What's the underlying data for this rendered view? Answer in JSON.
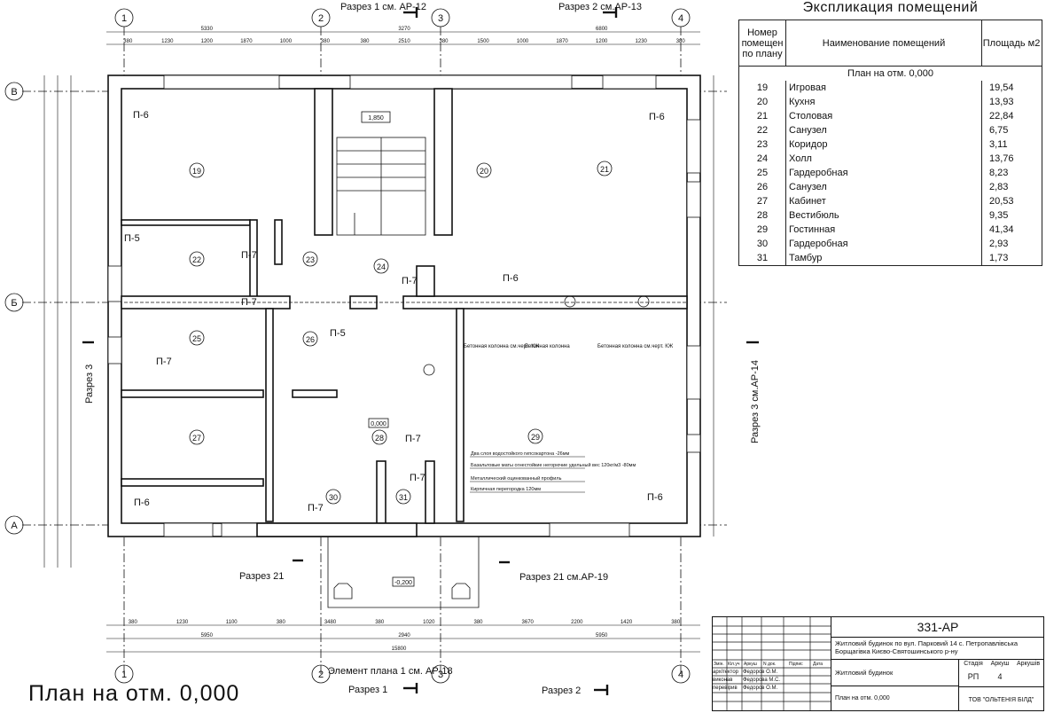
{
  "drawing": {
    "footer_title": "План на отм. 0,000",
    "axes": {
      "a1": "1",
      "a2": "2",
      "a3": "3",
      "a4": "4",
      "aV": "В",
      "aB": "Б",
      "aA": "А"
    },
    "sections": {
      "s_top1": "Разрез 1 см. АР-12",
      "s_top2": "Разрез 2 см.АР-13",
      "s_bottom1": "Разрез 1",
      "s_bottom2": "Разрез 2",
      "s_left": "Разрез 3",
      "s_right": "Разрез 3 см.АР-14",
      "s21_left": "Разрез 21",
      "s21_right": "Разрез 21 см.АР-19",
      "element": "Элемент плана 1 см. АР-18"
    },
    "rooms": {
      "r19": "19",
      "r20": "20",
      "r21": "21",
      "r22": "22",
      "r23": "23",
      "r24": "24",
      "r25": "25",
      "r26": "26",
      "r27": "27",
      "r28": "28",
      "r29": "29",
      "r30": "30",
      "r31": "31"
    },
    "partitions": {
      "p6": "П-6",
      "p5": "П-5",
      "p7": "П-7"
    },
    "levels": {
      "stair": "1,850",
      "floor": "0,000",
      "porch": "-0,200"
    },
    "dims_top": [
      "380",
      "1230",
      "1200",
      "1870",
      "1000",
      "380",
      "380",
      "2510",
      "380",
      "1500",
      "1000",
      "1870",
      "1200",
      "1230",
      "380"
    ],
    "dims_top_total": [
      "5330",
      "3270",
      "6800"
    ],
    "dims_bottom": [
      "380",
      "1230",
      "1100",
      "380",
      "3480",
      "380",
      "1020",
      "380",
      "3670",
      "2200",
      "1420",
      "380"
    ],
    "dims_bottom_total": [
      "5950",
      "2940",
      "5950"
    ],
    "overall": "15800",
    "columns": [
      "Бетонная колонна см.черт. КЖ",
      "Бетонная колонна",
      "Бетонная колонна см.черт. КЖ"
    ],
    "wall_layers": [
      "Два слоя водостойкого гипсокартона -26мм",
      "Базальтовые маты огнестойкие негорючие удельный вес 120кг/м3 -80мм",
      "Металлический оцинкованный профиль",
      "Кирпичная перегородка 120мм"
    ]
  },
  "explication": {
    "title": "Экспликация помещений",
    "col_num": "Номер помещен по плану",
    "col_name": "Наименование помещений",
    "col_area": "Площадь м2",
    "subheader": "План на отм. 0,000",
    "rows": [
      {
        "n": "19",
        "name": "Игровая",
        "area": "19,54"
      },
      {
        "n": "20",
        "name": "Кухня",
        "area": "13,93"
      },
      {
        "n": "21",
        "name": "Столовая",
        "area": "22,84"
      },
      {
        "n": "22",
        "name": "Санузел",
        "area": "6,75"
      },
      {
        "n": "23",
        "name": "Коридор",
        "area": "3,11"
      },
      {
        "n": "24",
        "name": "Холл",
        "area": "13,76"
      },
      {
        "n": "25",
        "name": "Гардеробная",
        "area": "8,23"
      },
      {
        "n": "26",
        "name": "Санузел",
        "area": "2,83"
      },
      {
        "n": "27",
        "name": "Кабинет",
        "area": "20,53"
      },
      {
        "n": "28",
        "name": "Вестибюль",
        "area": "9,35"
      },
      {
        "n": "29",
        "name": "Гостинная",
        "area": "41,34"
      },
      {
        "n": "30",
        "name": "Гардеробная",
        "area": "2,93"
      },
      {
        "n": "31",
        "name": "Тамбур",
        "area": "1,73"
      }
    ]
  },
  "stamp": {
    "code": "331-АР",
    "address": "Житловий будинок по вул. Парковий 14 с. Петропавлівська Борщагівка Києво-Святошинського р-ну",
    "building": "Житловий будинок",
    "plan_name": "План на отм. 0,000",
    "org": "ТОВ \"ОЛЬТЕНІЯ БІЛД\"",
    "stage_label": "Стадія",
    "sheet_label": "Аркуш",
    "sheets_label": "Аркушів",
    "stage": "РП",
    "sheet": "4",
    "hdr": [
      "Змін.",
      "Кіл.уч",
      "Аркуш",
      "N док.",
      "Підпис",
      "Дата"
    ],
    "roles": [
      "архітектор",
      "виконав",
      "перевірив"
    ],
    "names": [
      "Федоров О.М.",
      "Федорова М.С.",
      "Федоров О.М."
    ]
  }
}
